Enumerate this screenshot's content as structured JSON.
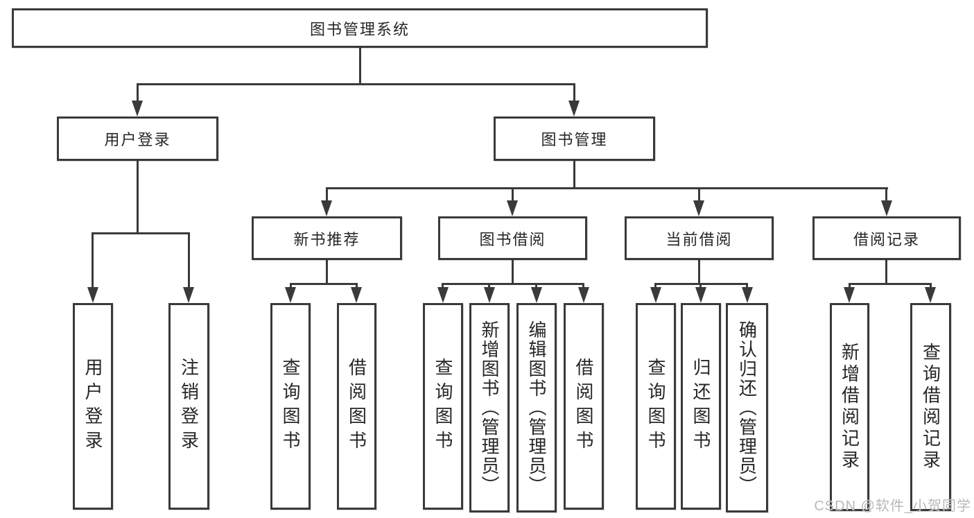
{
  "tree": {
    "root": "图书管理系统",
    "user_login": {
      "label": "用户登录",
      "children": {
        "login": "用户登录",
        "logout": "注销登录"
      }
    },
    "book_mgmt": {
      "label": "图书管理",
      "children": {
        "new_book": {
          "label": "新书推荐",
          "children": {
            "query": "查询图书",
            "borrow": "借阅图书"
          }
        },
        "book_borrow": {
          "label": "图书借阅",
          "children": {
            "query": "查询图书",
            "add": "新增图书（管理员）",
            "edit": "编辑图书（管理员）",
            "borrow": "借阅图书"
          }
        },
        "current_borrow": {
          "label": "当前借阅",
          "children": {
            "query": "查询图书",
            "return": "归还图书",
            "confirm": "确认归还（管理员）"
          }
        },
        "borrow_record": {
          "label": "借阅记录",
          "children": {
            "add": "新增借阅记录",
            "query": "查询借阅记录"
          }
        }
      }
    }
  },
  "watermark": "CSDN @软件_小贺同学",
  "colors": {
    "line": "#3a3a3a",
    "box_border": "#3a3a3a",
    "text": "#262626",
    "watermark": "#b8b8b8",
    "background": "#ffffff"
  }
}
